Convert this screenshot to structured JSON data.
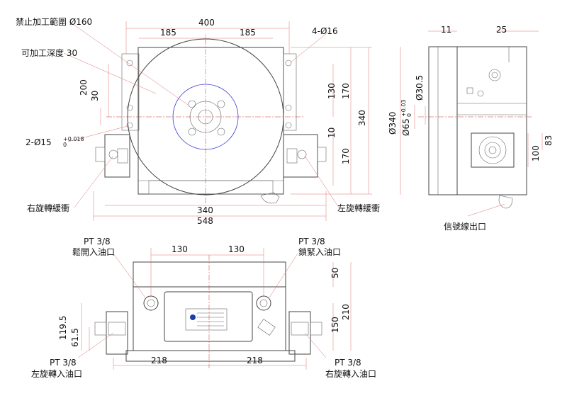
{
  "top_view": {
    "forbidden_area": "禁止加工範圍 Ø160",
    "machinable_depth": "可加工深度 30",
    "width_400": "400",
    "half_185_left": "185",
    "half_185_right": "185",
    "holes": "4-Ø16",
    "dim_200": "200",
    "dim_30": "30",
    "dim_130": "130",
    "dim_170_top": "170",
    "dim_340_v": "340",
    "dim_10": "10",
    "dim_170_bot": "170",
    "hole_prefix": "2-Ø15",
    "tol_upper": "+0.018",
    "tol_lower": "0",
    "width_340": "340",
    "width_548": "548",
    "buffer_right": "右旋轉緩衝",
    "buffer_left": "左旋轉緩衝"
  },
  "side_view": {
    "dim_11": "11",
    "dim_25": "25",
    "dia_340": "Ø340",
    "dia_65_prefix": "Ø65",
    "tol_upper": "+0.03",
    "tol_lower": "0",
    "dia_30_5": "Ø30.5",
    "dim_83": "83",
    "dim_100": "100",
    "signal_outlet": "信號線出口"
  },
  "front_view": {
    "unclamp_port_spec": "PT 3/8",
    "unclamp_port": "鬆開入油口",
    "clamp_port_spec": "PT 3/8",
    "clamp_port": "鎖緊入油口",
    "dim_130_left": "130",
    "dim_130_right": "130",
    "dim_50": "50",
    "dim_150": "150",
    "dim_210": "210",
    "dim_119_5": "119.5",
    "dim_61_5": "61.5",
    "dim_218_left": "218",
    "dim_218_right": "218",
    "left_port_spec": "PT 3/8",
    "left_port": "左旋轉入油口",
    "right_port_spec": "PT 3/8",
    "right_port": "右旋轉入油口"
  }
}
